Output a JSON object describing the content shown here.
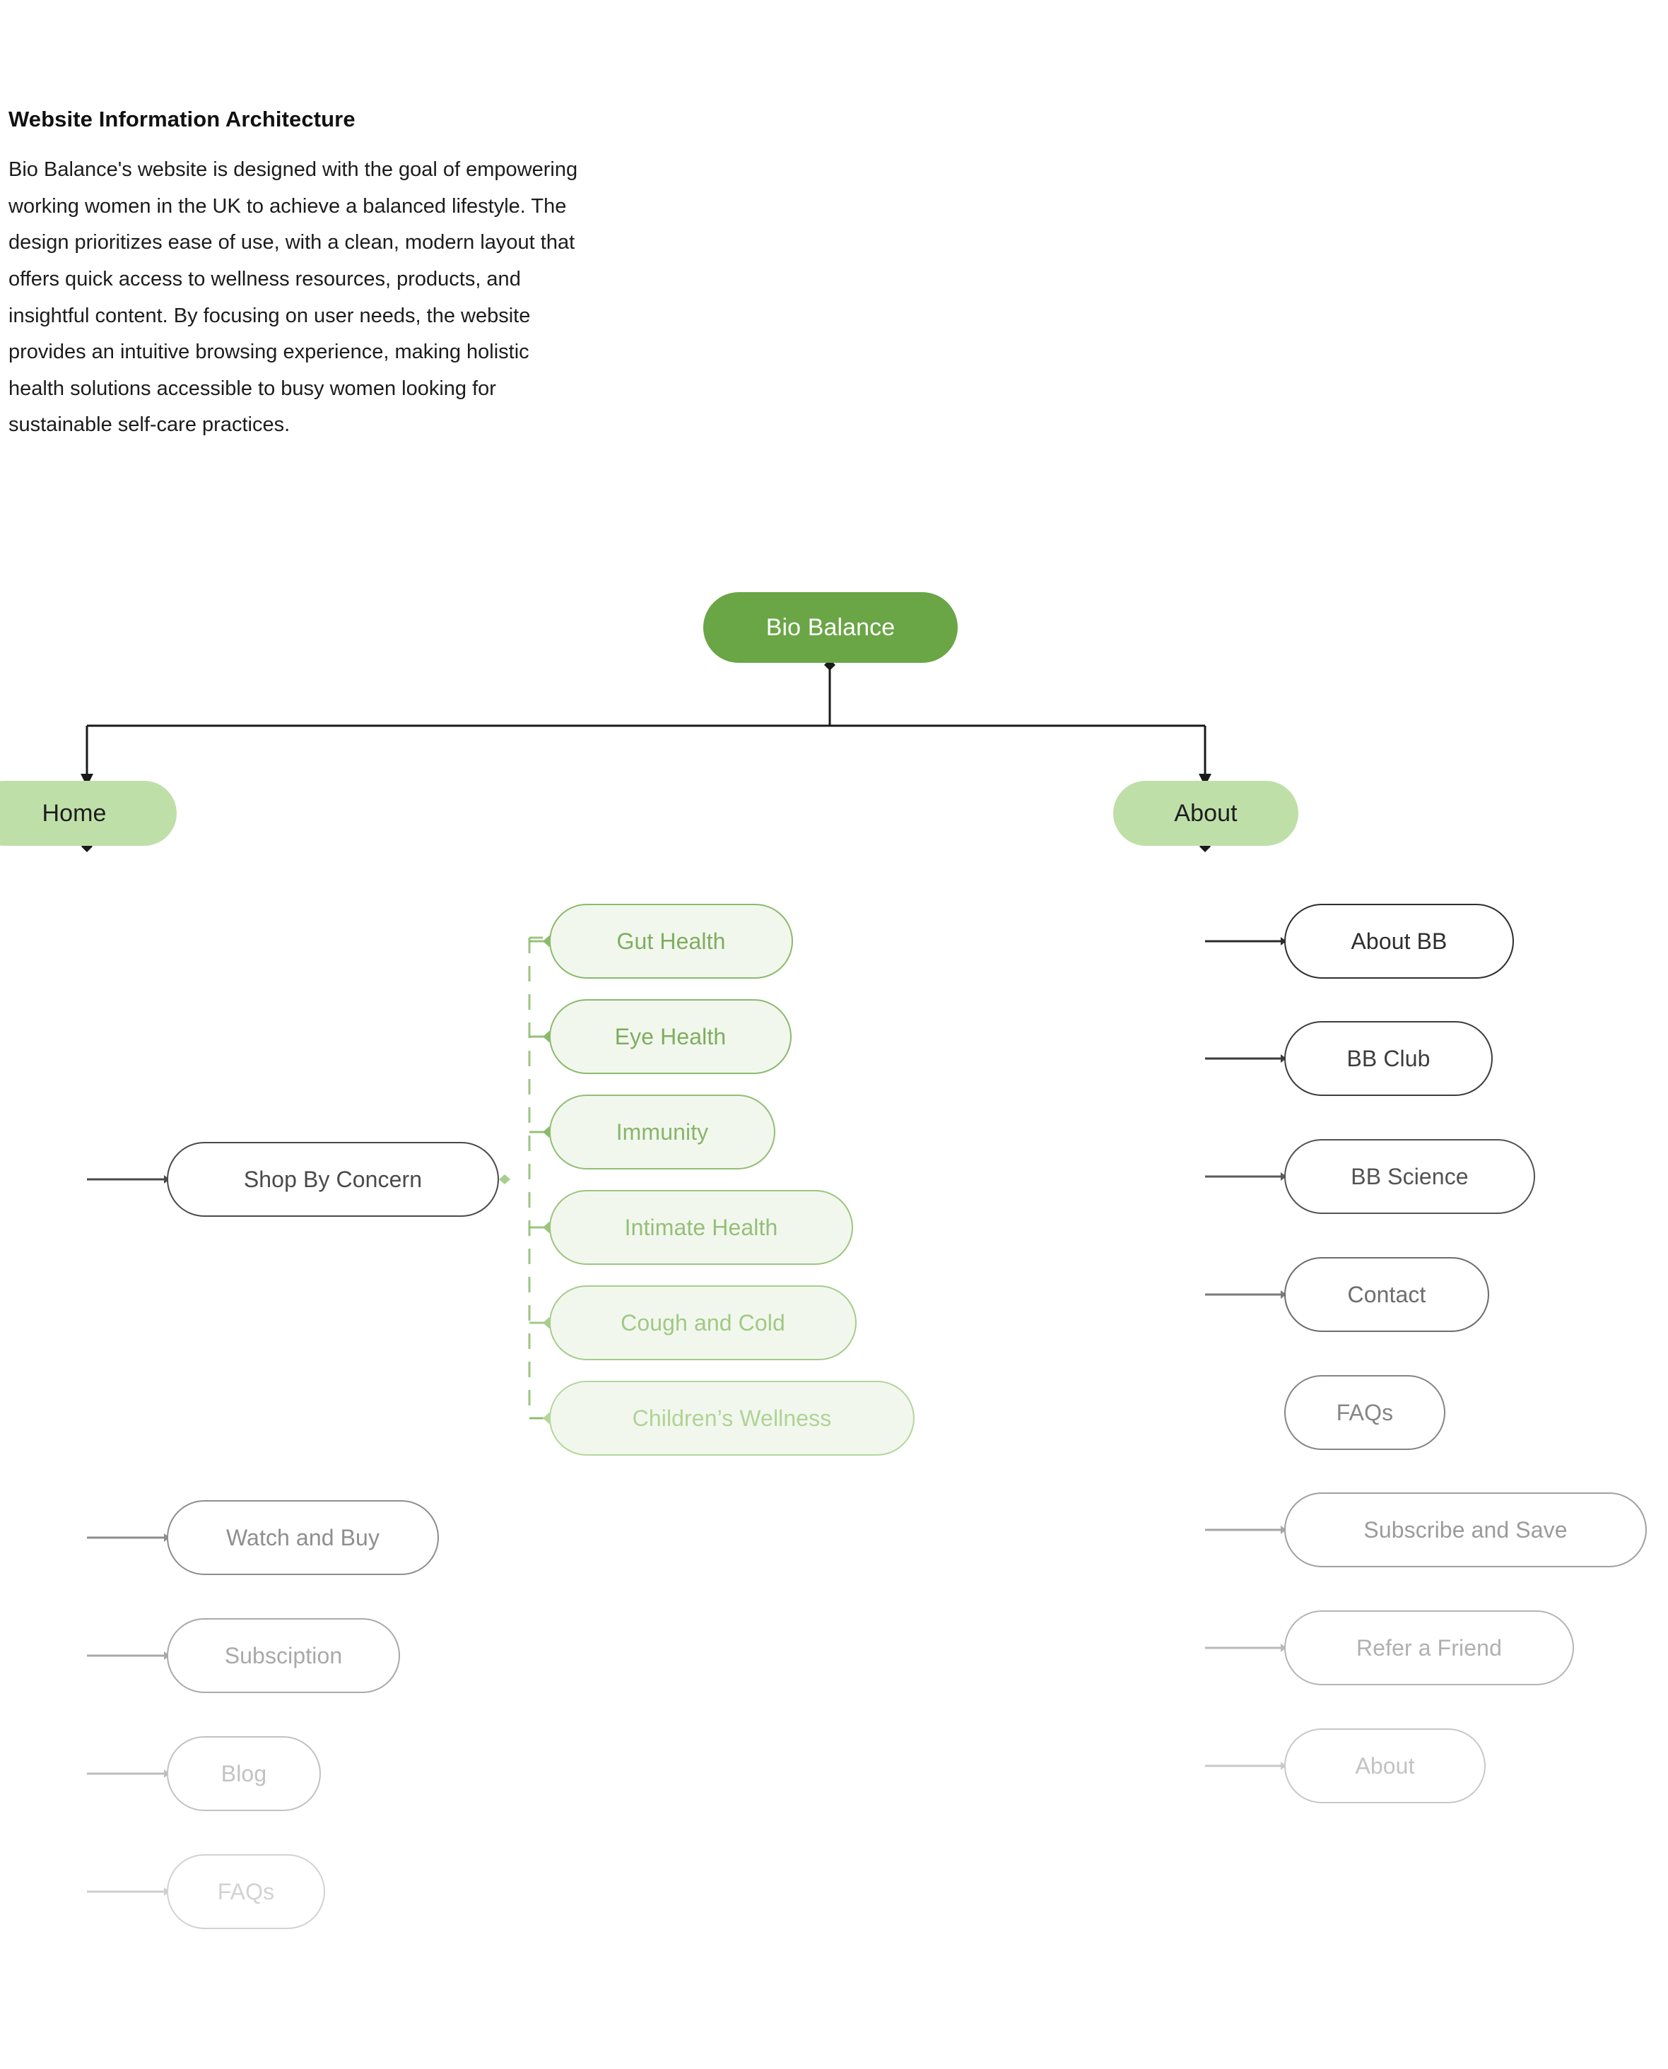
{
  "intro": {
    "title": "Website Information Architecture",
    "body": "Bio Balance's website is designed with the goal of empowering\nworking women in the UK to achieve a balanced lifestyle. The\ndesign prioritizes ease of use, with a clean, modern layout that\noffers quick access to wellness resources, products, and\ninsightful content. By focusing on user needs, the website\nprovides an intuitive browsing experience, making holistic\nhealth solutions accessible to busy women looking for\nsustainable self-care practices."
  },
  "colors": {
    "root_fill": "#6aa546",
    "root_text": "#ffffff",
    "level1_fill": "#bfdfa8",
    "level1_text": "#1d1d1d",
    "plain_border": "#4a4a4a",
    "plain_text": "#4a4a4a",
    "green_fill": "#f2f7ee",
    "green_border": "#8cba6c",
    "green_text": "#7eae5e",
    "edge": "#1a1a1a",
    "dashed_edge": "#8cba6c"
  },
  "diagram": {
    "type": "tree",
    "root": {
      "label": "Bio Balance"
    },
    "branches": [
      {
        "label": "Home",
        "children": [
          {
            "label": "Shop By Concern"
          },
          {
            "label": "Watch and Buy"
          },
          {
            "label": "Subsciption"
          },
          {
            "label": "Blog"
          },
          {
            "label": "FAQs"
          }
        ]
      },
      {
        "label": "About",
        "children": [
          {
            "label": "About BB"
          },
          {
            "label": "BB Club"
          },
          {
            "label": "BB Science"
          },
          {
            "label": "Contact"
          },
          {
            "label": "FAQs"
          },
          {
            "label": "Subscribe and Save"
          },
          {
            "label": "Refer a Friend"
          },
          {
            "label": "About"
          }
        ]
      }
    ],
    "shop_by_concern_children": [
      {
        "label": "Gut Health"
      },
      {
        "label": "Eye Health"
      },
      {
        "label": "Immunity"
      },
      {
        "label": "Intimate Health"
      },
      {
        "label": "Cough and Cold"
      },
      {
        "label": "Children’s Wellness"
      }
    ]
  }
}
